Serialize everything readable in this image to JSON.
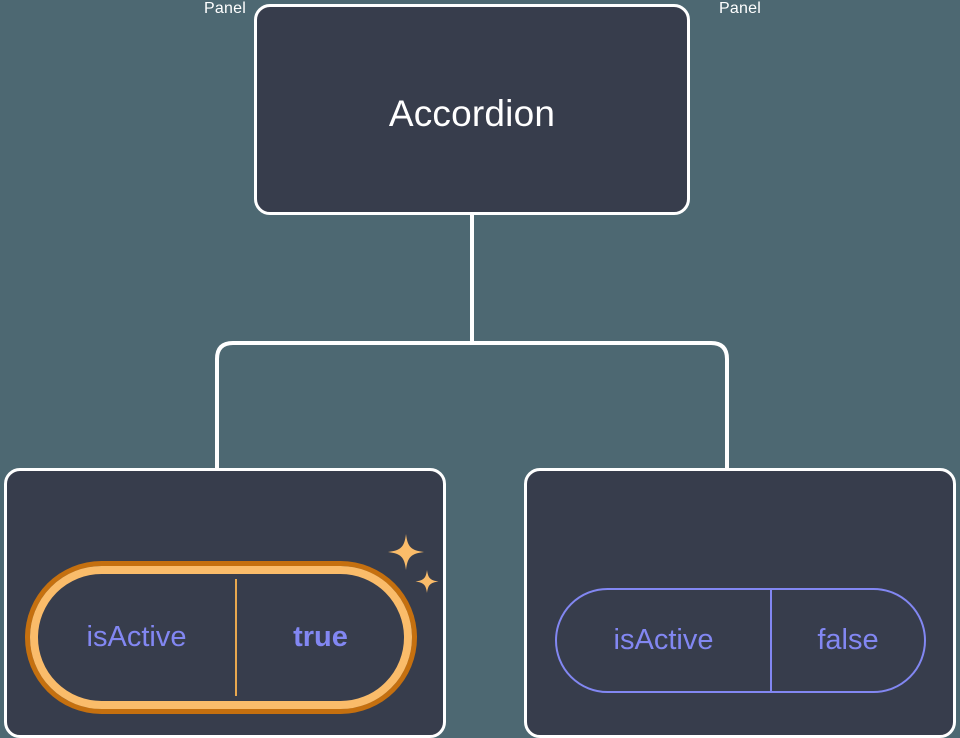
{
  "canvas": {
    "background_color": "#4d6872",
    "node_fill_color": "#373d4c",
    "node_border_color": "#ffffff",
    "connector_color": "#ffffff"
  },
  "tree": {
    "root": {
      "label": "Accordion"
    },
    "children": [
      {
        "label": "Panel",
        "highlighted": true,
        "prop": {
          "key": "isActive",
          "value": "true",
          "value_bold": true,
          "border_color": "#fabc6a",
          "glow_color": "#c5700f",
          "text_color": "#8287f2",
          "divider_color": "#e8a84f"
        },
        "sparkles": {
          "color": "#fabc6a",
          "count": 2
        }
      },
      {
        "label": "Panel",
        "highlighted": false,
        "prop": {
          "key": "isActive",
          "value": "false",
          "value_bold": false,
          "border_color": "#8287f2",
          "text_color": "#8287f2",
          "divider_color": "#8287f2"
        }
      }
    ]
  }
}
